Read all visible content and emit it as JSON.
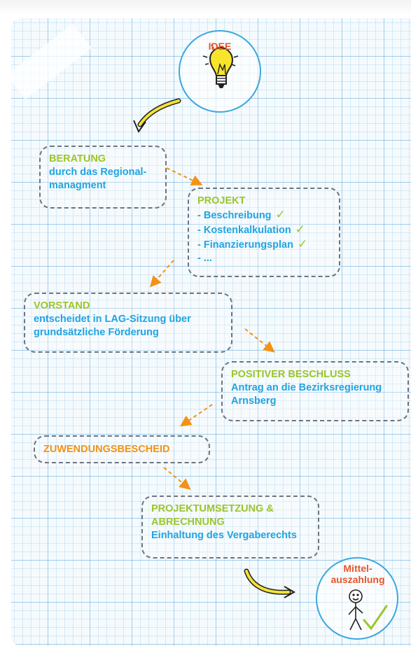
{
  "start": {
    "label": "IDEE"
  },
  "steps": {
    "beratung": {
      "title": "BERATUNG",
      "lines": [
        "durch das Regional-",
        "managment"
      ]
    },
    "projekt": {
      "title": "PROJEKT",
      "items": [
        {
          "text": "- Beschreibung",
          "checked": true
        },
        {
          "text": "- Kostenkalkulation",
          "checked": true
        },
        {
          "text": "- Finanzierungsplan",
          "checked": true
        },
        {
          "text": "- ...",
          "checked": false
        }
      ]
    },
    "vorstand": {
      "title": "VORSTAND",
      "lines": [
        "entscheidet in LAG-Sitzung über",
        "grundsätzliche Förderung"
      ]
    },
    "beschluss": {
      "title": "POSITIVER BESCHLUSS",
      "lines": [
        "Antrag an die Bezirksregierung",
        "Arnsberg"
      ]
    },
    "bescheid": {
      "title": "ZUWENDUNGSBESCHEID"
    },
    "umsetzung": {
      "title_lines": [
        "PROJEKTUMSETZUNG &",
        "ABRECHNUNG"
      ],
      "lines": [
        "Einhaltung des Vergaberechts"
      ]
    }
  },
  "end": {
    "label_lines": [
      "Mittel-",
      "auszahlung"
    ]
  },
  "colors": {
    "title_green": "#9bc52c",
    "text_blue": "#20a4e3",
    "accent_orange": "#f39214",
    "accent_red": "#e8552a",
    "circle_stroke": "#3aa8de",
    "box_border": "#6e7480"
  },
  "icons": {
    "start": "lightbulb-icon",
    "end": "stick-figure-icon",
    "check": "checkmark-icon"
  }
}
